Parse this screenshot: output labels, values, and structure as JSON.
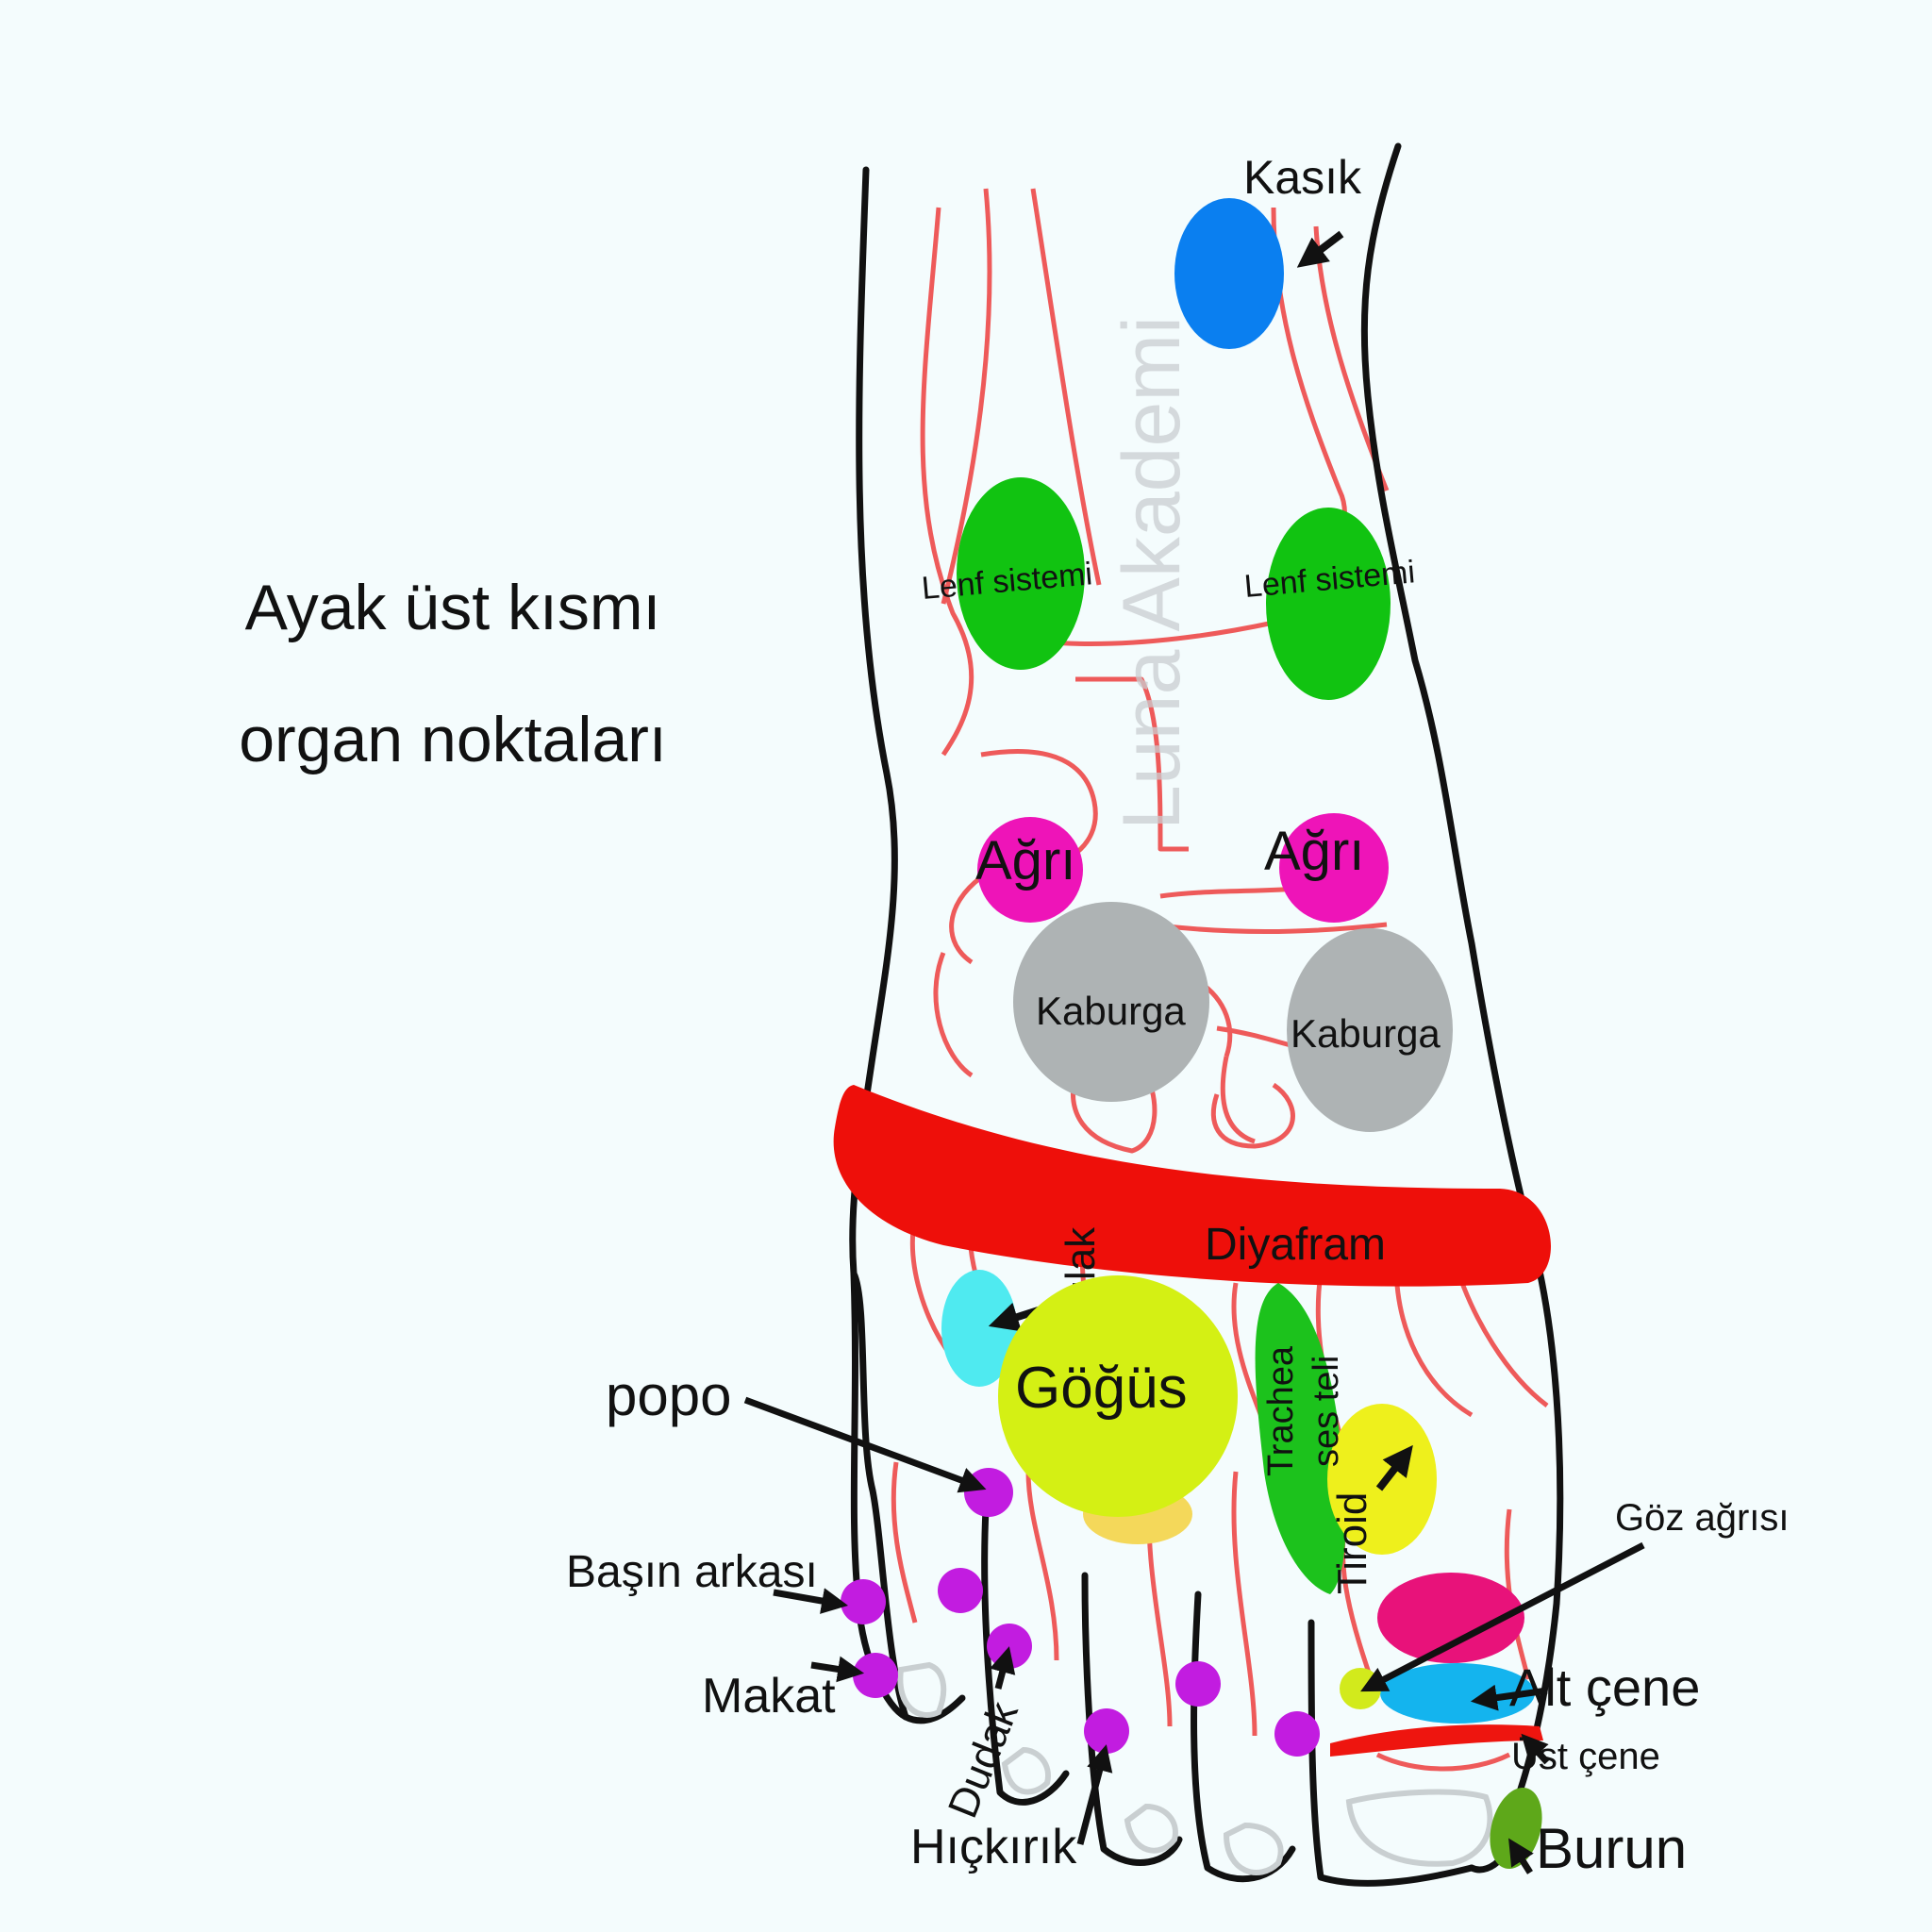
{
  "title": {
    "line1": "Ayak üst kısmı",
    "line2": "organ noktaları"
  },
  "watermark": "Luna Akademi",
  "labels": {
    "kasik": "Kasık",
    "lenf_left": "Lenf sistemi",
    "lenf_right": "Lenf sistemi",
    "agri_left": "Ağrı",
    "agri_right": "Ağrı",
    "kaburga_left": "Kaburga",
    "kaburga_right": "Kaburga",
    "diyafram": "Diyafram",
    "ic_kulak": "İç kulak",
    "gogus": "Göğüs",
    "trachea": "Trachea",
    "ses_teli": "ses teli",
    "tiroid": "Tiroid",
    "popo": "popo",
    "basin_arkasi": "Başın arkası",
    "makat": "Makat",
    "dudak": "Dudak",
    "hickirik": "Hıçkırık",
    "goz_agrisi": "Göz ağrısı",
    "alt_cene": "Alt çene",
    "ust_cene": "Üst çene",
    "burun": "Burun"
  },
  "colors": {
    "background": "#f4fcfd",
    "outline": "#111111",
    "bones": "#ee5a5a",
    "kasik": "#0a7ff0",
    "lenf": "#11c311",
    "agri": "#ee14b8",
    "kaburga": "#aeb3b4",
    "diyafram": "#ee0f0a",
    "ic_kulak": "#4feaf0",
    "gogus": "#d4f014",
    "gogus_lower": "#f4d85a",
    "trachea": "#1cc21c",
    "tiroid": "#eef01c",
    "point": "#c21ce0",
    "goz": "#d2ea1c",
    "pink_zone": "#e8127a",
    "alt_cene": "#14b4ee",
    "ust_cene": "#ee150f",
    "burun": "#5ea81a",
    "nails": "#c9cfd1"
  }
}
